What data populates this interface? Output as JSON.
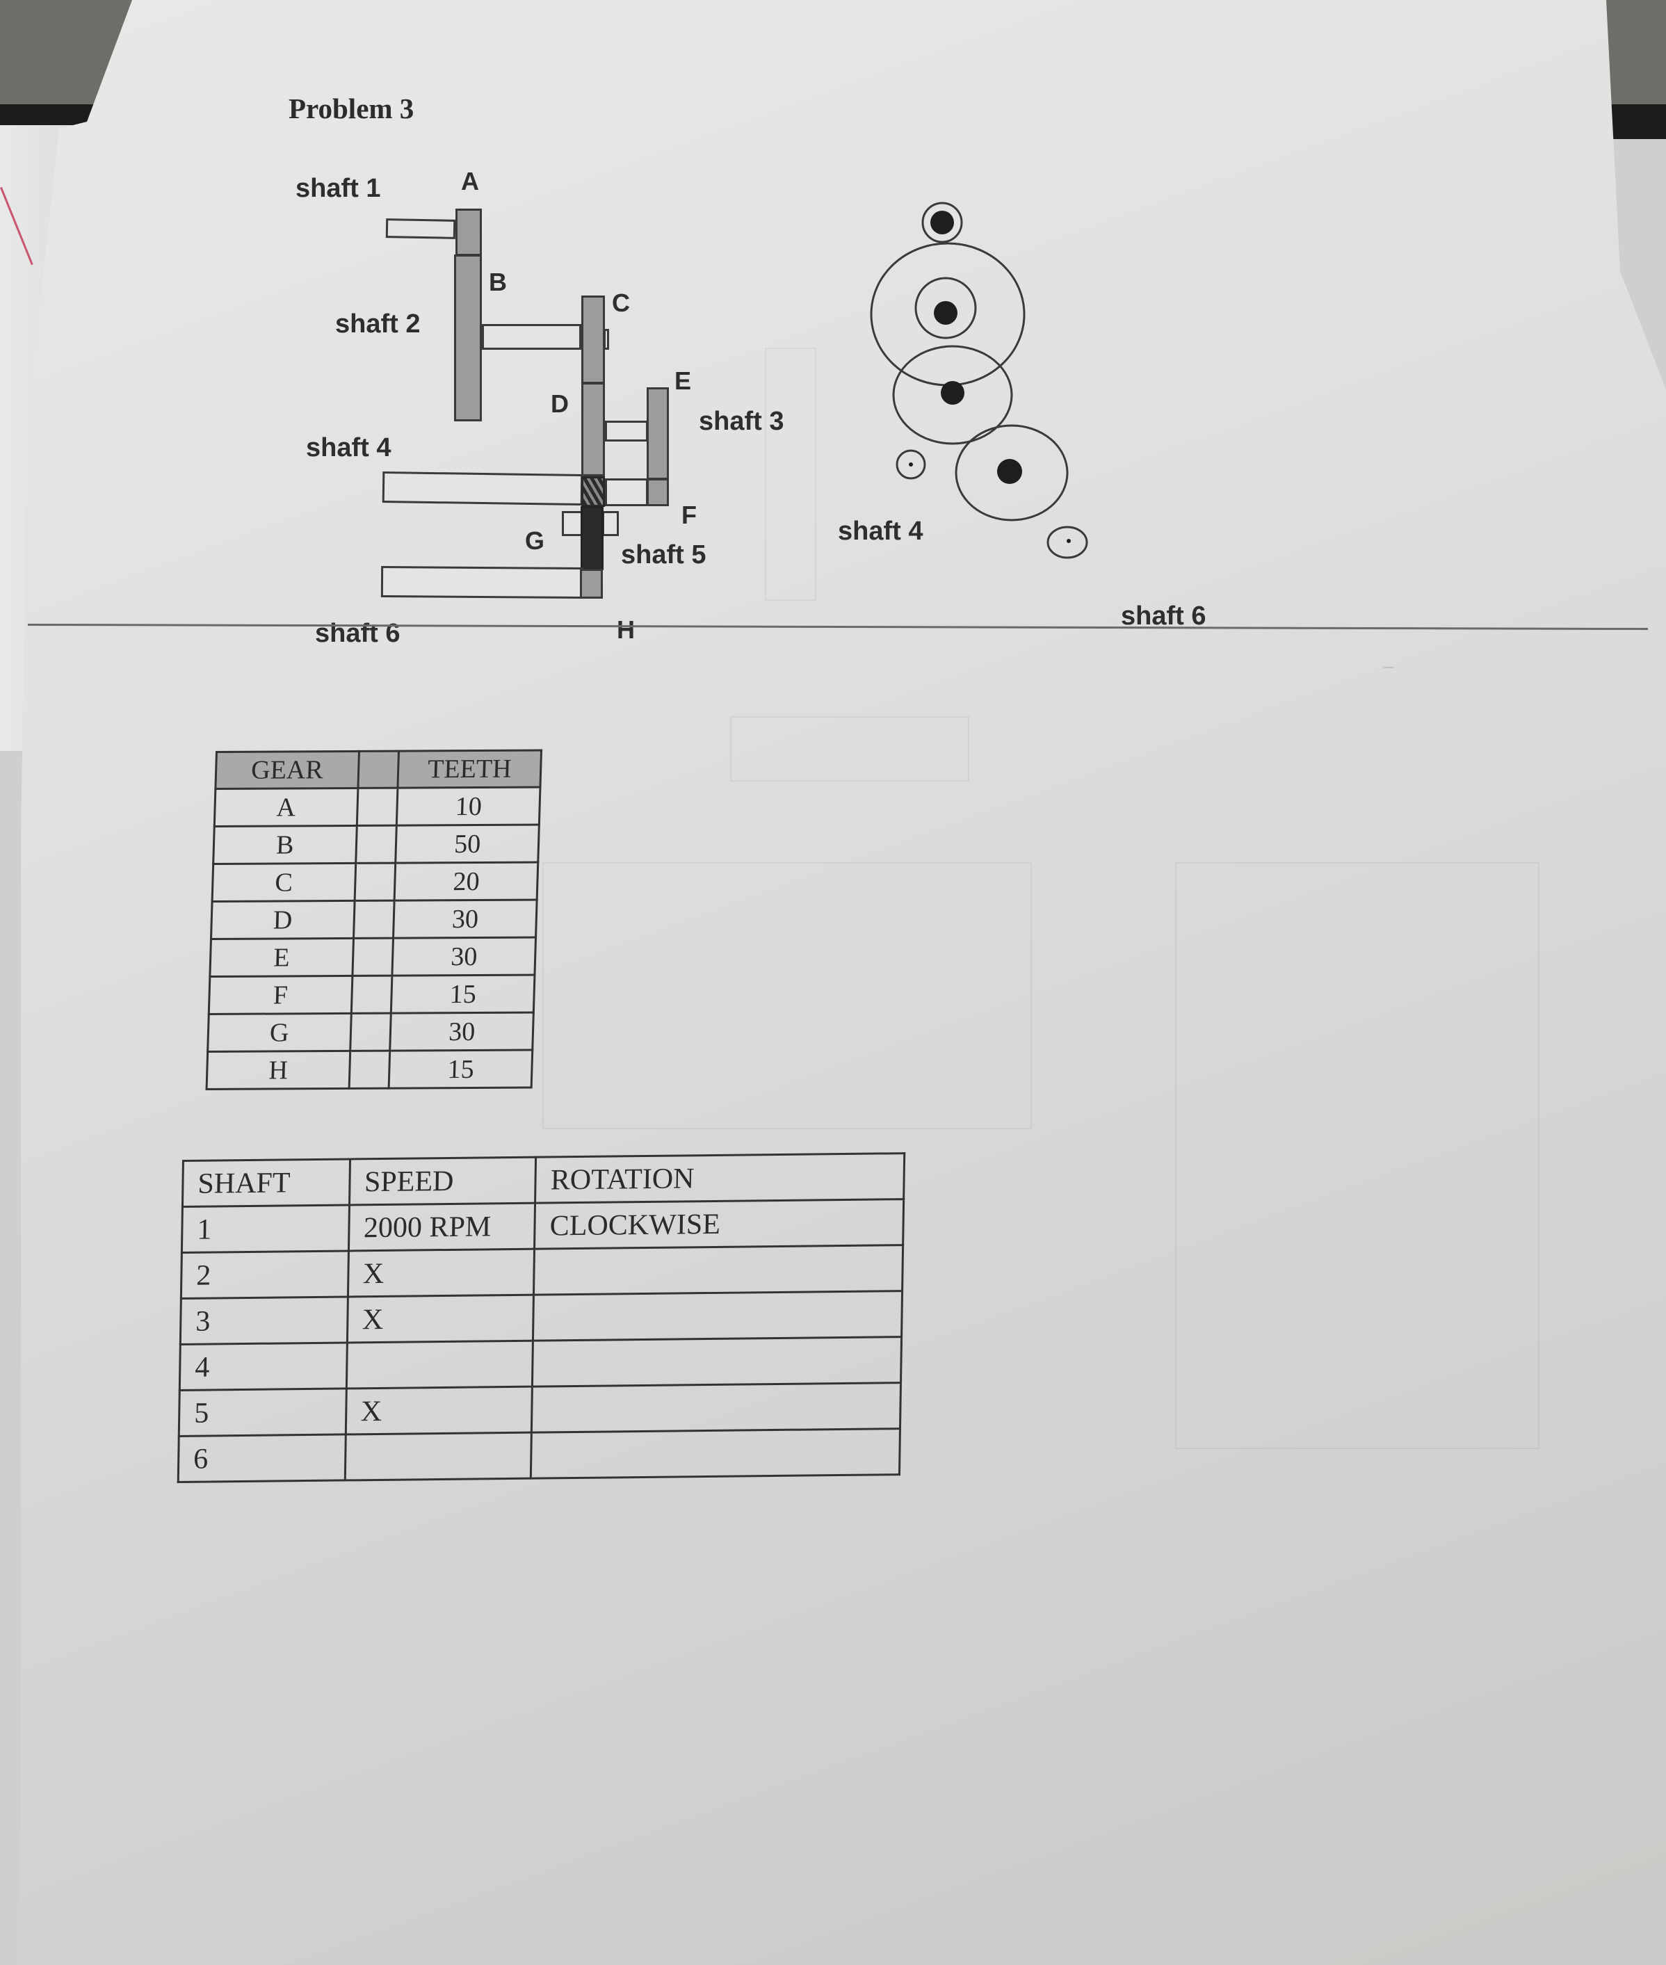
{
  "problem": {
    "title": "Problem 3"
  },
  "side_view": {
    "shaft_labels": {
      "shaft1": "shaft 1",
      "shaft2": "shaft 2",
      "shaft3": "shaft 3",
      "shaft4": "shaft 4",
      "shaft5": "shaft 5",
      "shaft6": "shaft 6"
    },
    "gear_labels": {
      "A": "A",
      "B": "B",
      "C": "C",
      "D": "D",
      "E": "E",
      "F": "F",
      "G": "G",
      "H": "H"
    }
  },
  "end_view": {
    "shaft_labels": {
      "shaft4": "shaft 4",
      "shaft6": "shaft 6"
    }
  },
  "gear_table": {
    "headers": [
      "GEAR",
      "",
      "TEETH"
    ],
    "rows": [
      {
        "gear": "A",
        "teeth": "10"
      },
      {
        "gear": "B",
        "teeth": "50"
      },
      {
        "gear": "C",
        "teeth": "20"
      },
      {
        "gear": "D",
        "teeth": "30"
      },
      {
        "gear": "E",
        "teeth": "30"
      },
      {
        "gear": "F",
        "teeth": "15"
      },
      {
        "gear": "G",
        "teeth": "30"
      },
      {
        "gear": "H",
        "teeth": "15"
      }
    ]
  },
  "shaft_table": {
    "headers": [
      "SHAFT",
      "SPEED",
      "ROTATION"
    ],
    "rows": [
      {
        "shaft": "1",
        "speed": "2000 RPM",
        "rotation": "CLOCKWISE"
      },
      {
        "shaft": "2",
        "speed": "X",
        "rotation": ""
      },
      {
        "shaft": "3",
        "speed": "X",
        "rotation": ""
      },
      {
        "shaft": "4",
        "speed": "",
        "rotation": ""
      },
      {
        "shaft": "5",
        "speed": "X",
        "rotation": ""
      },
      {
        "shaft": "6",
        "speed": "",
        "rotation": ""
      }
    ]
  }
}
